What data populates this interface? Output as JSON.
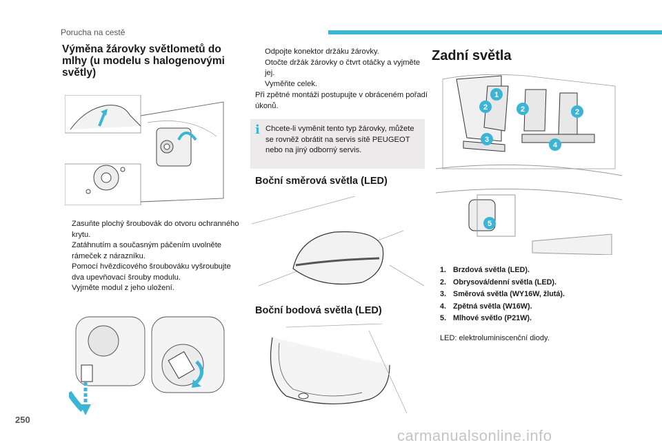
{
  "header": {
    "section_title": "Porucha na cestě"
  },
  "page_number": "250",
  "watermark": "carmanualsonline.info",
  "fog_section": {
    "title": "Výměna žárovky světlometů do mlhy (u modelu s halogenovými světly)",
    "steps": [
      "Zasuňte plochý šroubovák do otvoru ochranného krytu.",
      "Zatáhnutím a současným páčením uvolněte rámeček z nárazníku.",
      "Pomocí hvězdicového šroubováku vyšroubujte dva upevňovací šrouby modulu.",
      "Vyjměte modul z jeho uložení."
    ]
  },
  "fog_section_cont": {
    "steps": [
      "Odpojte konektor držáku žárovky.",
      "Otočte držák žárovky o čtvrt otáčky a vyjměte jej.",
      "Vyměňte celek."
    ],
    "note": "Při zpětné montáži postupujte v obráceném pořadí úkonů.",
    "info": "Chcete-li vyměnit tento typ žárovky, můžete se rovněž obrátit na servis sítě PEUGEOT nebo na jiný odborný servis."
  },
  "side_indicators": {
    "title": "Boční směrová světla (LED)"
  },
  "side_spots": {
    "title": "Boční bodová světla (LED)"
  },
  "rear_lights": {
    "title": "Zadní světla",
    "callouts": [
      "1",
      "2",
      "2",
      "2",
      "3",
      "4",
      "5"
    ],
    "legend": [
      {
        "num": "1.",
        "text": "Brzdová světla (LED)."
      },
      {
        "num": "2.",
        "text": "Obrysová/denní světla (LED)."
      },
      {
        "num": "3.",
        "text": "Směrová světla (WY16W, žlutá)."
      },
      {
        "num": "4.",
        "text": "Zpětná světla (W16W)."
      },
      {
        "num": "5.",
        "text": "Mlhové světlo (P21W)."
      }
    ],
    "led_note": "LED: elektroluminiscenční diody."
  },
  "colors": {
    "accent": "#3bb4d6",
    "infobox_bg": "#eceaea",
    "bullet_symbol": ""
  }
}
